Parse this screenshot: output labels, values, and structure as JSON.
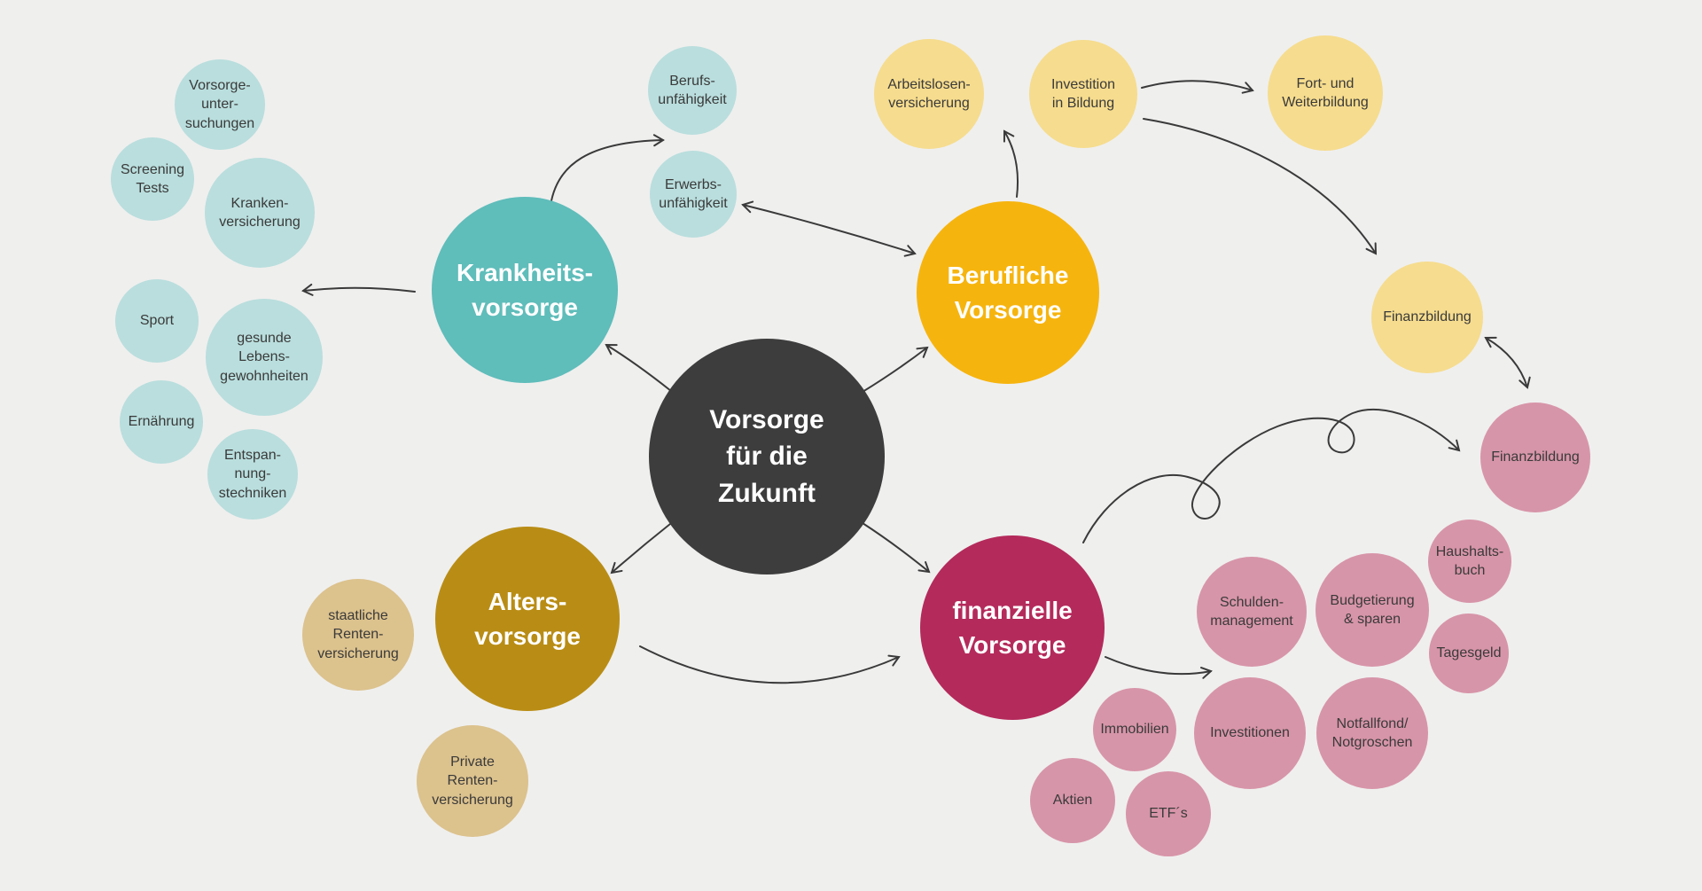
{
  "title": "Vorsorge für die Zukunft Mindmap",
  "palette": {
    "background": "#efefee",
    "center": "#3d3d3d",
    "teal": "#5fbdba",
    "teal_light": "#b9dedd",
    "yellow": "#f6b40e",
    "yellow_light": "#f6dc8e",
    "ochre": "#b98d15",
    "tan": "#dcc28d",
    "crimson": "#b42a5b",
    "pink": "#d795a9",
    "text_dark": "#3a3a3a",
    "text_light": "#ffffff",
    "arrow": "#3a3a3a"
  },
  "nodes": [
    {
      "id": "center",
      "kind": "center",
      "color": "center",
      "lines": [
        "Vorsorge",
        "für die",
        "Zukunft"
      ]
    },
    {
      "id": "krankheitsvorsorge",
      "kind": "main",
      "color": "teal",
      "lines": [
        "Krankheits-",
        "vorsorge"
      ]
    },
    {
      "id": "berufliche-vorsorge",
      "kind": "main",
      "color": "yellow",
      "lines": [
        "Berufliche",
        "Vorsorge"
      ]
    },
    {
      "id": "altersvorsorge",
      "kind": "main",
      "color": "ochre",
      "lines": [
        "Alters-",
        "vorsorge"
      ]
    },
    {
      "id": "finanzielle-vorsorge",
      "kind": "main",
      "color": "crimson",
      "lines": [
        "finanzielle",
        "Vorsorge"
      ]
    },
    {
      "id": "vorsorgeuntersuchungen",
      "kind": "sat",
      "color": "teal_light",
      "lines": [
        "Vorsorge-",
        "unter-",
        "suchungen"
      ]
    },
    {
      "id": "screening-tests",
      "kind": "sat",
      "color": "teal_light",
      "lines": [
        "Screening",
        "Tests"
      ]
    },
    {
      "id": "krankenversicherung",
      "kind": "sat",
      "color": "teal_light",
      "lines": [
        "Kranken-",
        "versicherung"
      ]
    },
    {
      "id": "sport",
      "kind": "sat",
      "color": "teal_light",
      "lines": [
        "Sport"
      ]
    },
    {
      "id": "gesunde-lebensgewohnheiten",
      "kind": "sat",
      "color": "teal_light",
      "lines": [
        "gesunde",
        "Lebens-",
        "gewohnheiten"
      ]
    },
    {
      "id": "ernaehrung",
      "kind": "sat",
      "color": "teal_light",
      "lines": [
        "Ernährung"
      ]
    },
    {
      "id": "entspannungstechniken",
      "kind": "sat",
      "color": "teal_light",
      "lines": [
        "Entspan-",
        "nung-",
        "stechniken"
      ]
    },
    {
      "id": "berufsunfaehigkeit",
      "kind": "sat",
      "color": "teal_light",
      "lines": [
        "Berufs-",
        "unfähigkeit"
      ]
    },
    {
      "id": "erwerbsunfaehigkeit",
      "kind": "sat",
      "color": "teal_light",
      "lines": [
        "Erwerbs-",
        "unfähigkeit"
      ]
    },
    {
      "id": "arbeitslosenversicherung",
      "kind": "sat",
      "color": "yellow_light",
      "lines": [
        "Arbeitslosen-",
        "versicherung"
      ]
    },
    {
      "id": "investition-in-bildung",
      "kind": "sat",
      "color": "yellow_light",
      "lines": [
        "Investition",
        "in Bildung"
      ]
    },
    {
      "id": "fort-und-weiterbildung",
      "kind": "sat",
      "color": "yellow_light",
      "lines": [
        "Fort- und",
        "Weiterbildung"
      ]
    },
    {
      "id": "finanzbildung-gelb",
      "kind": "sat",
      "color": "yellow_light",
      "lines": [
        "Finanzbildung"
      ]
    },
    {
      "id": "staatliche-rentenversicherung",
      "kind": "sat",
      "color": "tan",
      "lines": [
        "staatliche",
        "Renten-",
        "versicherung"
      ]
    },
    {
      "id": "private-rentenversicherung",
      "kind": "sat",
      "color": "tan",
      "lines": [
        "Private",
        "Renten-",
        "versicherung"
      ]
    },
    {
      "id": "finanzbildung-rosa",
      "kind": "sat",
      "color": "pink",
      "lines": [
        "Finanzbildung"
      ]
    },
    {
      "id": "schuldenmanagement",
      "kind": "sat",
      "color": "pink",
      "lines": [
        "Schulden-",
        "management"
      ]
    },
    {
      "id": "budgetierung-sparen",
      "kind": "sat",
      "color": "pink",
      "lines": [
        "Budgetierung",
        "& sparen"
      ]
    },
    {
      "id": "haushaltsbuch",
      "kind": "sat",
      "color": "pink",
      "lines": [
        "Haushalts-",
        "buch"
      ]
    },
    {
      "id": "tagesgeld",
      "kind": "sat",
      "color": "pink",
      "lines": [
        "Tagesgeld"
      ]
    },
    {
      "id": "immobilien",
      "kind": "sat",
      "color": "pink",
      "lines": [
        "Immobilien"
      ]
    },
    {
      "id": "investitionen",
      "kind": "sat",
      "color": "pink",
      "lines": [
        "Investitionen"
      ]
    },
    {
      "id": "notfallfond-notgroschen",
      "kind": "sat",
      "color": "pink",
      "lines": [
        "Notfallfond/",
        "Notgroschen"
      ]
    },
    {
      "id": "aktien",
      "kind": "sat",
      "color": "pink",
      "lines": [
        "Aktien"
      ]
    },
    {
      "id": "etfs",
      "kind": "sat",
      "color": "pink",
      "lines": [
        "ETF´s"
      ]
    }
  ]
}
